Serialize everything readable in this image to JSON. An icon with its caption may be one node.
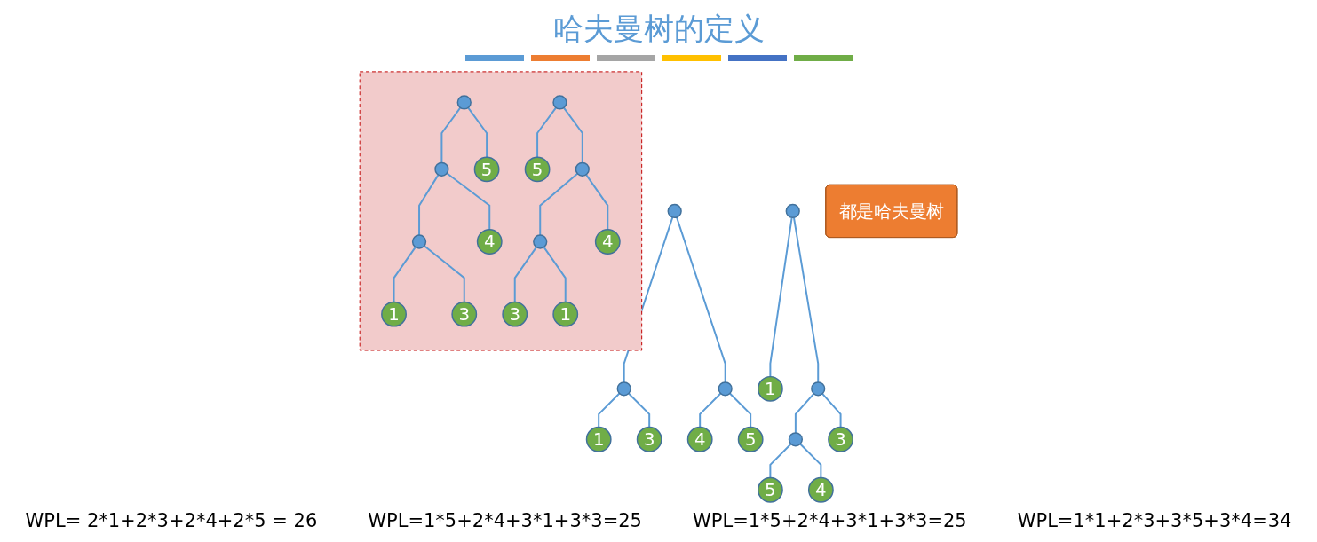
{
  "diagram": {
    "title": "哈夫曼树的定义",
    "nodes": [
      {
        "text": [],
        "shape": "circle"
      },
      {
        "text": [],
        "shape": "circle"
      },
      {
        "text": [],
        "shape": "circle"
      },
      {
        "text": [
          "1"
        ]
      },
      {
        "text": [
          "3"
        ]
      },
      {
        "text": [
          "4"
        ]
      },
      {
        "text": [
          "5"
        ]
      },
      {
        "text": [],
        "shape": "box"
      },
      {
        "text": [],
        "shape": "circle",
        "in": 7
      },
      {
        "text": [],
        "shape": "circle",
        "in": 7
      },
      {
        "text": [
          "5"
        ],
        "in": 7
      },
      {
        "text": [],
        "shape": "circle",
        "in": 7
      },
      {
        "text": [
          "4"
        ],
        "in": 7
      },
      {
        "text": [
          "1"
        ],
        "in": 7
      },
      {
        "text": [
          "3"
        ],
        "in": 7
      },
      {
        "text": [],
        "shape": "circle",
        "in": 7
      },
      {
        "text": [
          "5"
        ],
        "in": 7
      },
      {
        "text": [],
        "shape": "circle",
        "in": 7
      },
      {
        "text": [],
        "shape": "circle",
        "in": 7
      },
      {
        "text": [
          "4"
        ],
        "in": 7
      },
      {
        "text": [
          "3"
        ],
        "in": 7
      },
      {
        "text": [
          "1"
        ],
        "in": 7
      },
      {
        "text": [],
        "shape": "circle"
      },
      {
        "text": [
          "1"
        ]
      },
      {
        "text": [],
        "shape": "circle"
      },
      {
        "text": [],
        "shape": "circle"
      },
      {
        "text": [
          "3"
        ]
      },
      {
        "text": [
          "5"
        ]
      },
      {
        "text": [
          "4"
        ]
      },
      {
        "text": [
          "都是哈夫曼树"
        ]
      }
    ],
    "edges": [
      {
        "from": 0,
        "to": 1,
        "arrow": "none"
      },
      {
        "from": 0,
        "to": 2,
        "arrow": "none"
      },
      {
        "from": 1,
        "to": 3,
        "arrow": "none"
      },
      {
        "from": 1,
        "to": 4,
        "arrow": "none"
      },
      {
        "from": 2,
        "to": 5,
        "arrow": "none"
      },
      {
        "from": 2,
        "to": 6,
        "arrow": "none"
      },
      {
        "from": 8,
        "to": 9,
        "arrow": "none"
      },
      {
        "from": 8,
        "to": 10,
        "arrow": "none"
      },
      {
        "from": 9,
        "to": 11,
        "arrow": "none"
      },
      {
        "from": 9,
        "to": 12,
        "arrow": "none"
      },
      {
        "from": 11,
        "to": 13,
        "arrow": "none"
      },
      {
        "from": 11,
        "to": 14,
        "arrow": "none"
      },
      {
        "from": 15,
        "to": 16,
        "arrow": "none"
      },
      {
        "from": 15,
        "to": 17,
        "arrow": "none"
      },
      {
        "from": 17,
        "to": 18,
        "arrow": "none"
      },
      {
        "from": 17,
        "to": 19,
        "arrow": "none"
      },
      {
        "from": 18,
        "to": 20,
        "arrow": "none"
      },
      {
        "from": 18,
        "to": 21,
        "arrow": "none"
      },
      {
        "from": 22,
        "to": 23,
        "arrow": "none"
      },
      {
        "from": 22,
        "to": 24,
        "arrow": "none"
      },
      {
        "from": 24,
        "to": 25,
        "arrow": "none"
      },
      {
        "from": 24,
        "to": 26,
        "arrow": "none"
      },
      {
        "from": 25,
        "to": 27,
        "arrow": "none"
      },
      {
        "from": 25,
        "to": 28,
        "arrow": "none"
      }
    ],
    "labels": [
      "WPL= 2*1+2*3+2*4+2*5 = 26",
      "WPL=1*5+2*4+3*1+3*3=25",
      "WPL=1*5+2*4+3*1+3*3=25",
      "WPL=1*1+2*3+3*5+3*4=34"
    ]
  }
}
